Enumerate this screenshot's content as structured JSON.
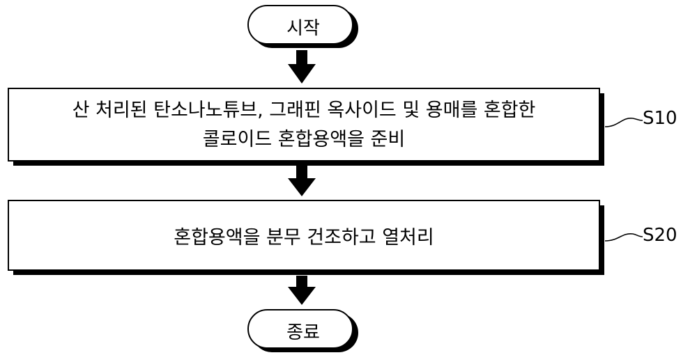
{
  "flowchart": {
    "start": "시작",
    "steps": [
      {
        "id": "S10",
        "lines": [
          "산 처리된 탄소나노튜브, 그래핀 옥사이드 및 용매를 혼합한",
          "콜로이드 혼합용액을 준비"
        ]
      },
      {
        "id": "S20",
        "lines": [
          "혼합용액을 분무 건조하고 열처리"
        ]
      }
    ],
    "end": "종료"
  }
}
